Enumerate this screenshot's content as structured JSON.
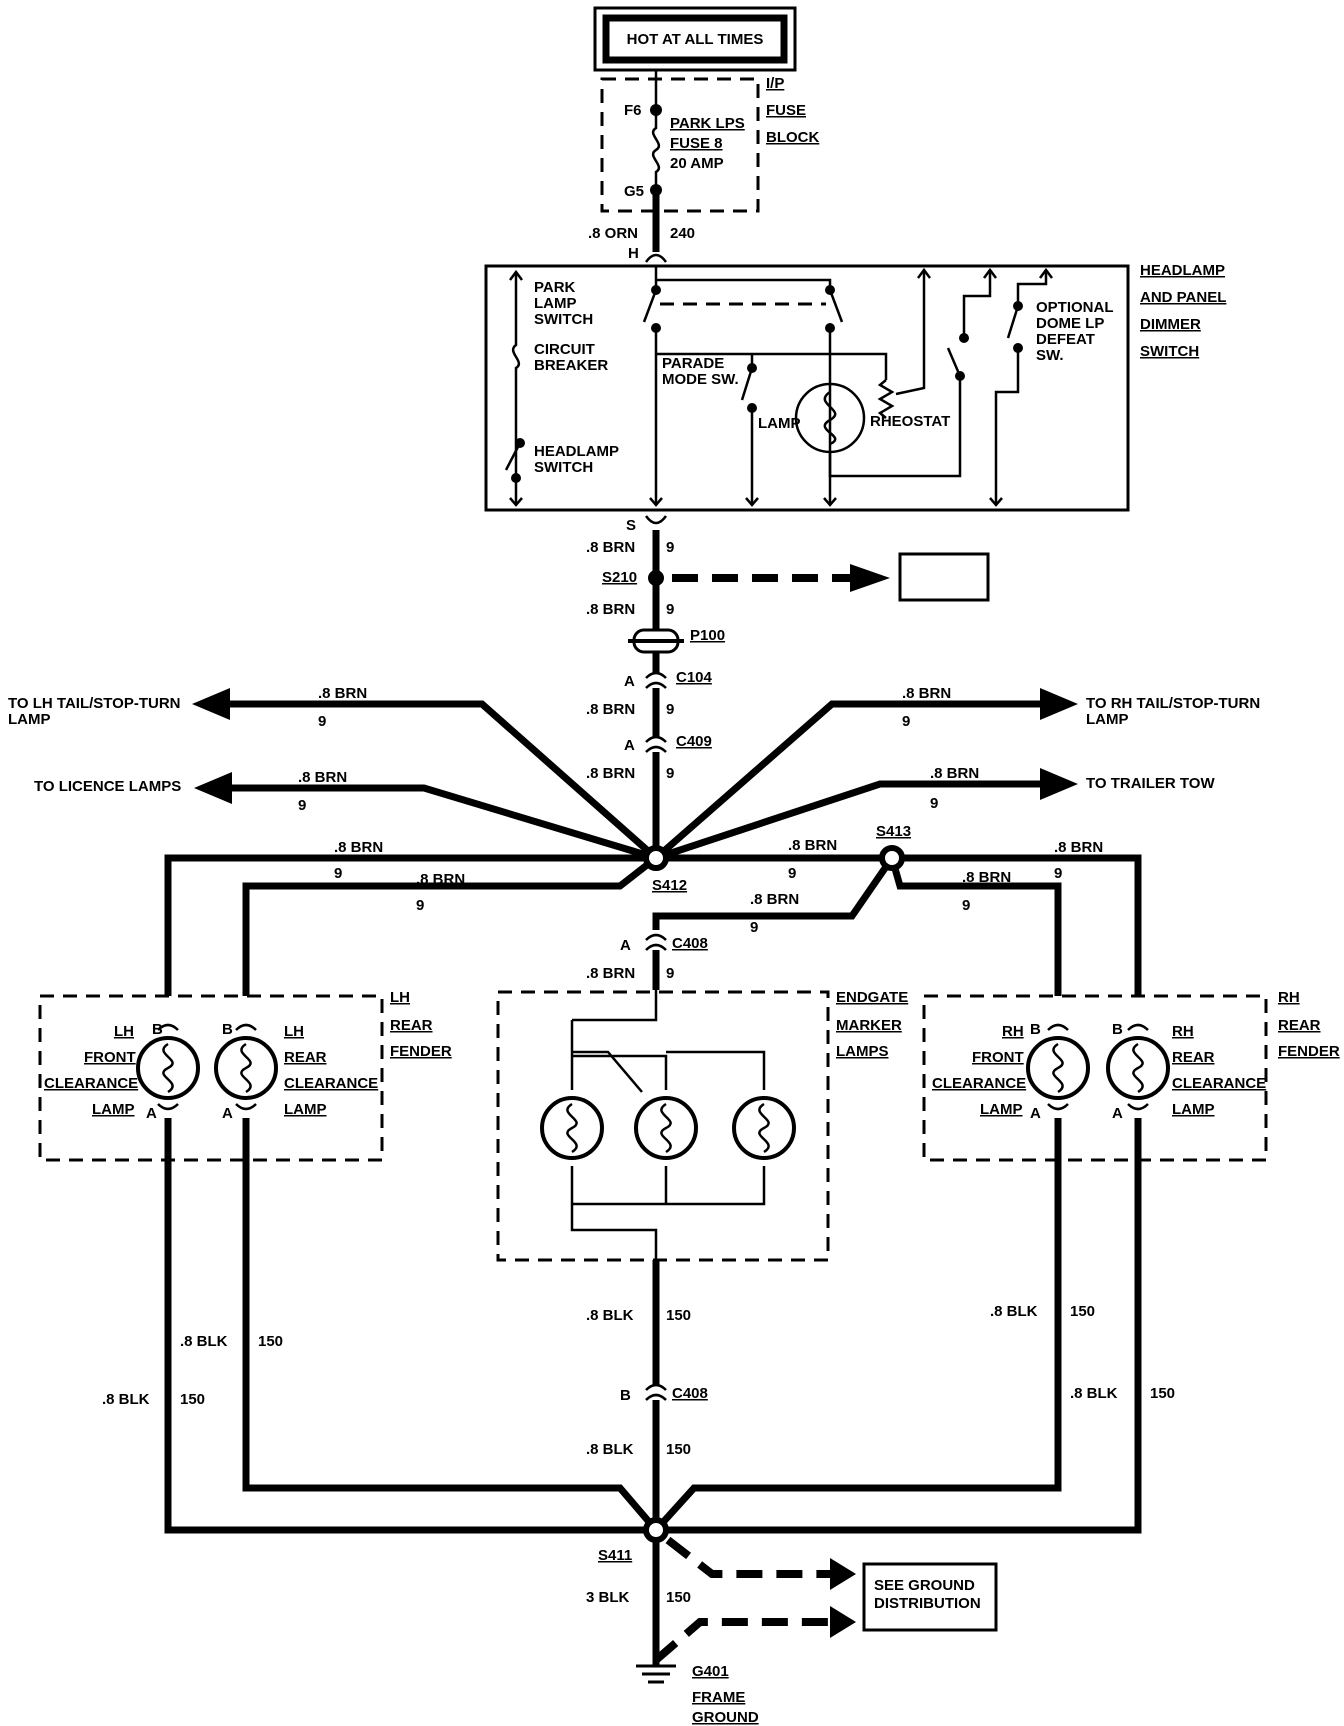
{
  "power": {
    "label": "HOT AT ALL TIMES"
  },
  "fuse_block": {
    "title": [
      "I/P",
      "FUSE",
      "BLOCK"
    ],
    "pin_top": "F6",
    "pin_bottom": "G5",
    "fuse_lines": [
      "PARK LPS",
      "FUSE 8",
      "20 AMP"
    ]
  },
  "feed_wire": {
    "gauge": ".8 ORN",
    "circuit": "240",
    "connector": "H"
  },
  "switch_box": {
    "title": [
      "HEADLAMP",
      "AND PANEL",
      "DIMMER",
      "SWITCH"
    ],
    "park_lamp_switch": [
      "PARK",
      "LAMP",
      "SWITCH"
    ],
    "circuit_breaker": [
      "CIRCUIT",
      "BREAKER"
    ],
    "headlamp_switch": [
      "HEADLAMP",
      "SWITCH"
    ],
    "parade_mode": [
      "PARADE",
      "MODE SW."
    ],
    "lamp": "LAMP",
    "rheostat": "RHEOSTAT",
    "dome_defeat": [
      "OPTIONAL",
      "DOME LP",
      "DEFEAT",
      "SW."
    ]
  },
  "trunk": {
    "connector_s": "S",
    "brn": ".8 BRN",
    "circuit": "9",
    "splice_s210": "S210",
    "p100": "P100",
    "c104": "C104",
    "c409": "C409",
    "pin_a": "A"
  },
  "branches": {
    "lh_tail": [
      "TO LH TAIL/STOP-TURN",
      "LAMP"
    ],
    "rh_tail": [
      "TO RH TAIL/STOP-TURN",
      "LAMP"
    ],
    "licence": "TO LICENCE LAMPS",
    "trailer": "TO TRAILER TOW",
    "splice_s412": "S412",
    "splice_s413": "S413",
    "c408": "C408",
    "pin_b": "B"
  },
  "lamps": {
    "lh_front": [
      "LH",
      "FRONT",
      "CLEARANCE",
      "LAMP"
    ],
    "lh_rear": [
      "LH",
      "REAR",
      "CLEARANCE",
      "LAMP"
    ],
    "lh_group": [
      "LH",
      "REAR",
      "FENDER"
    ],
    "endgate": [
      "ENDGATE",
      "MARKER",
      "LAMPS"
    ],
    "rh_front": [
      "RH",
      "FRONT",
      "CLEARANCE",
      "LAMP"
    ],
    "rh_rear": [
      "RH",
      "REAR",
      "CLEARANCE",
      "LAMP"
    ],
    "rh_group": [
      "RH",
      "REAR",
      "FENDER"
    ]
  },
  "ground": {
    "blk": ".8 BLK",
    "blk3": "3 BLK",
    "circuit": "150",
    "splice_s411": "S411",
    "see_ground": [
      "SEE GROUND",
      "DISTRIBUTION"
    ],
    "g401": [
      "G401",
      "FRAME",
      "GROUND"
    ]
  }
}
